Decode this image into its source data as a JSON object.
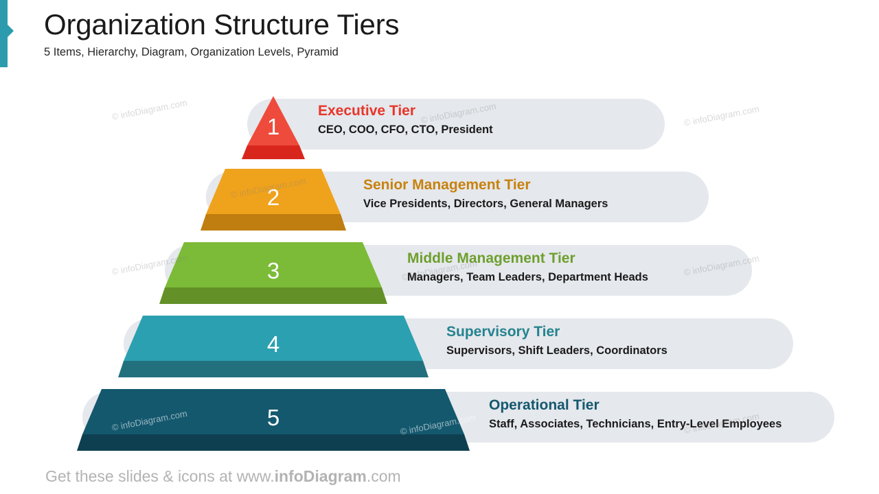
{
  "header": {
    "title": "Organization Structure Tiers",
    "subtitle": "5 Items, Hierarchy, Diagram, Organization Levels, Pyramid"
  },
  "accent": {
    "color": "#2C9BAE",
    "icon": "left-accent-bar"
  },
  "pyramid": {
    "pill_color": "#E5E8EC",
    "tiers": [
      {
        "number": "1",
        "heading": "Executive Tier",
        "description": "CEO, COO, CFO, CTO, President",
        "color": "#EE4B3C",
        "base_color": "#D9261C",
        "heading_color": "#E8352A"
      },
      {
        "number": "2",
        "heading": "Senior Management Tier",
        "description": "Vice Presidents, Directors, General Managers",
        "color": "#EFA21C",
        "base_color": "#C07D10",
        "heading_color": "#C7820F"
      },
      {
        "number": "3",
        "heading": "Middle Management Tier",
        "description": "Managers, Team Leaders, Department Heads",
        "color": "#7CBB37",
        "base_color": "#639027",
        "heading_color": "#6E9F2E"
      },
      {
        "number": "4",
        "heading": "Supervisory Tier",
        "description": "Supervisors, Shift Leaders, Coordinators",
        "color": "#2BA0B0",
        "base_color": "#22707E",
        "heading_color": "#25838F"
      },
      {
        "number": "5",
        "heading": "Operational Tier",
        "description": "Staff, Associates, Technicians, Entry-Level Employees",
        "color": "#14586E",
        "base_color": "#0E3F50",
        "heading_color": "#14586E"
      }
    ]
  },
  "watermarks": [
    {
      "text": "© infoDiagram.com"
    },
    {
      "text": "© infoDiagram.com"
    },
    {
      "text": "© infoDiagram.com"
    },
    {
      "text": "© infoDiagram.com"
    },
    {
      "text": "© infoDiagram.com"
    },
    {
      "text": "© infoDiagram.com"
    },
    {
      "text": "© infoDiagram.com"
    },
    {
      "text": "© infoDiagram.com"
    },
    {
      "text": "© infoDiagram.com"
    },
    {
      "text": "© infoDiagram.com"
    }
  ],
  "footer": {
    "prefix": "Get these slides & icons at www.",
    "brand": "infoDiagram",
    "suffix": ".com"
  }
}
